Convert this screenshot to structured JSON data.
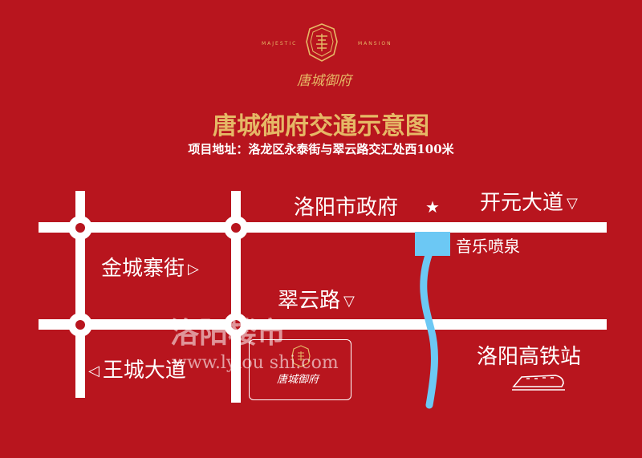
{
  "logo": {
    "left_text": "MAJESTIC",
    "right_text": "MANSION",
    "name": "唐城御府"
  },
  "title": "唐城御府交通示意图",
  "address": "项目地址：洛龙区永泰街与翠云路交汇处西100米",
  "labels": {
    "gov": "洛阳市政府",
    "kaiyuan": "开元大道",
    "fountain": "音乐喷泉",
    "jincheng": "金城寨街",
    "cuiyun": "翠云路",
    "wangcheng": "王城大道",
    "station": "洛阳高铁站",
    "project_badge": "唐城御府"
  },
  "watermark": {
    "cn": "洛阳楼市",
    "url": "www.lylou shi.com"
  },
  "colors": {
    "background": "#b8151e",
    "gold": "#e6b866",
    "road": "#ffffff",
    "river": "#6cc8f4"
  }
}
